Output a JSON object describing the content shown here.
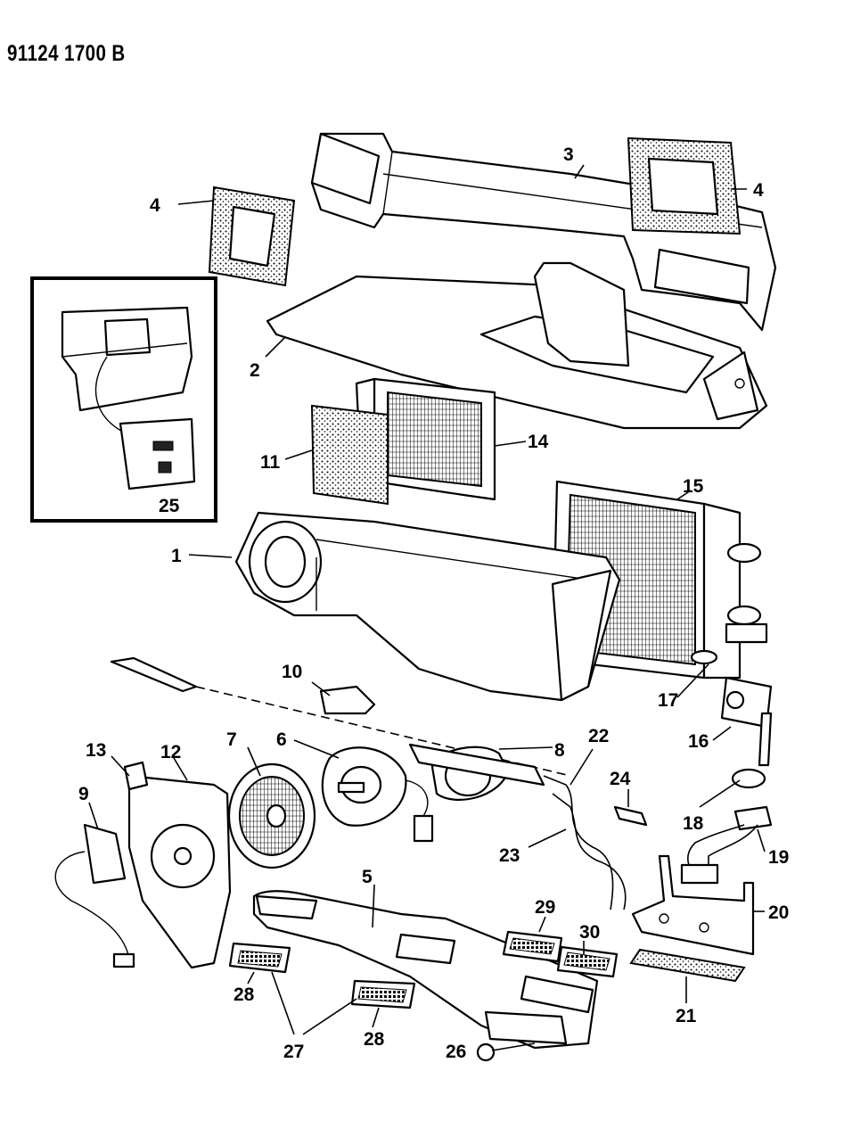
{
  "header": {
    "drawing_ref": "91124 1700 B"
  },
  "callouts": [
    {
      "id": "c1",
      "label": "1"
    },
    {
      "id": "c2",
      "label": "2"
    },
    {
      "id": "c3",
      "label": "3"
    },
    {
      "id": "c4a",
      "label": "4"
    },
    {
      "id": "c4b",
      "label": "4"
    },
    {
      "id": "c5",
      "label": "5"
    },
    {
      "id": "c6",
      "label": "6"
    },
    {
      "id": "c7",
      "label": "7"
    },
    {
      "id": "c8",
      "label": "8"
    },
    {
      "id": "c9",
      "label": "9"
    },
    {
      "id": "c10",
      "label": "10"
    },
    {
      "id": "c11",
      "label": "11"
    },
    {
      "id": "c12",
      "label": "12"
    },
    {
      "id": "c13",
      "label": "13"
    },
    {
      "id": "c14",
      "label": "14"
    },
    {
      "id": "c15",
      "label": "15"
    },
    {
      "id": "c16",
      "label": "16"
    },
    {
      "id": "c17",
      "label": "17"
    },
    {
      "id": "c18",
      "label": "18"
    },
    {
      "id": "c19",
      "label": "19"
    },
    {
      "id": "c20",
      "label": "20"
    },
    {
      "id": "c21",
      "label": "21"
    },
    {
      "id": "c22",
      "label": "22"
    },
    {
      "id": "c23",
      "label": "23"
    },
    {
      "id": "c24",
      "label": "24"
    },
    {
      "id": "c25",
      "label": "25"
    },
    {
      "id": "c26",
      "label": "26"
    },
    {
      "id": "c27",
      "label": "27"
    },
    {
      "id": "c28a",
      "label": "28"
    },
    {
      "id": "c28b",
      "label": "28"
    },
    {
      "id": "c29",
      "label": "29"
    },
    {
      "id": "c30",
      "label": "30"
    }
  ]
}
